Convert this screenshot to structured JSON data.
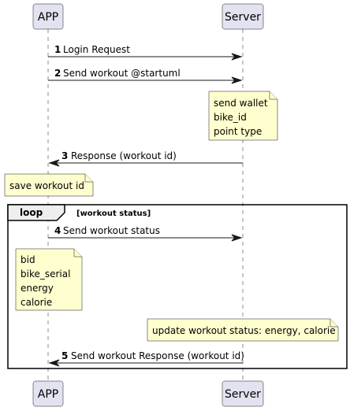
{
  "participants": {
    "app": "APP",
    "server": "Server"
  },
  "messages": [
    {
      "number": "1",
      "label": "Login Request",
      "from": "APP",
      "to": "Server"
    },
    {
      "number": "2",
      "label": "Send workout @startuml",
      "from": "APP",
      "to": "Server"
    },
    {
      "number": "3",
      "label": "Response (workout id)",
      "from": "Server",
      "to": "APP"
    },
    {
      "number": "4",
      "label": "Send workout status",
      "from": "APP",
      "to": "Server"
    },
    {
      "number": "5",
      "label": "Send workout Response (workout id)",
      "from": "Server",
      "to": "APP"
    }
  ],
  "notes": {
    "server_wallet": [
      "send wallet",
      "bike_id",
      "point type"
    ],
    "app_save": [
      "save workout id"
    ],
    "app_fields": [
      "bid",
      "bike_serial",
      "energy",
      "calorie"
    ],
    "server_update": [
      "update workout status: energy, calorie"
    ]
  },
  "loop": {
    "title": "loop",
    "condition": "[workout status]"
  },
  "colors": {
    "participant_fill": "#e2e2f0",
    "note_fill": "#fefece",
    "loop_tab_fill": "#eeeeee",
    "line": "#181818"
  }
}
